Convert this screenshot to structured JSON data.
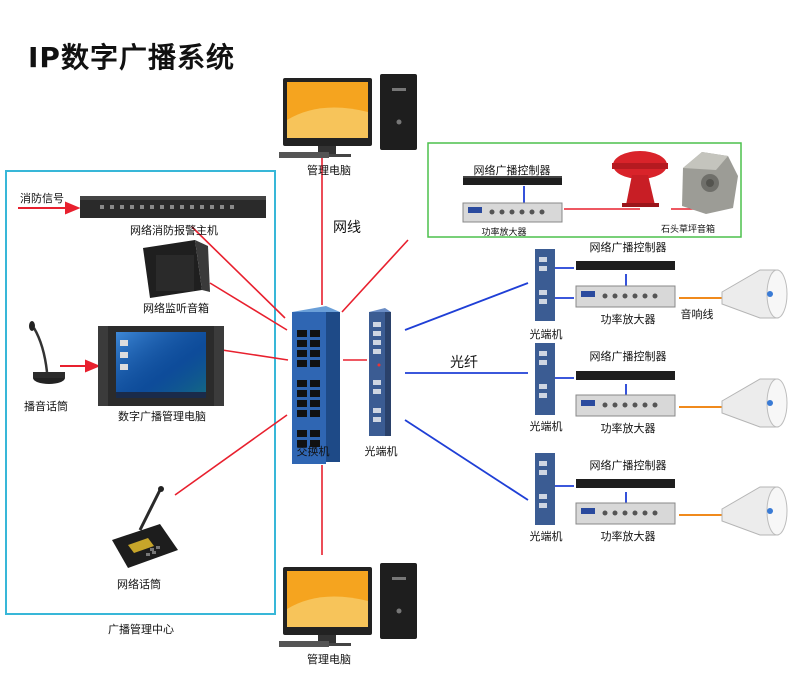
{
  "title": "IP数字广播系统",
  "labels": {
    "pc_top": "管理电脑",
    "pc_bottom": "管理电脑",
    "network_cable": "网线",
    "fiber": "光纤",
    "fire_signal": "消防信号",
    "fire_host": "网络消防报警主机",
    "monitor_speaker": "网络监听音箱",
    "broadcast_pc": "数字广播管理电脑",
    "mic": "播音话筒",
    "net_mic": "网络话筒",
    "center": "广播管理中心",
    "switch": "交换机",
    "optical": "光端机",
    "controller": "网络广播控制器",
    "amplifier": "功率放大器",
    "garden_speaker": "石头草坪音箱",
    "speaker_wire": "音响线"
  },
  "colors": {
    "network_line": "#e8202e",
    "fiber_line": "#1f3fd6",
    "speaker_line": "#f08a1c",
    "center_border": "#38b7d8",
    "garden_border": "#4cc04c",
    "accent_orange": "#f5a41f"
  }
}
